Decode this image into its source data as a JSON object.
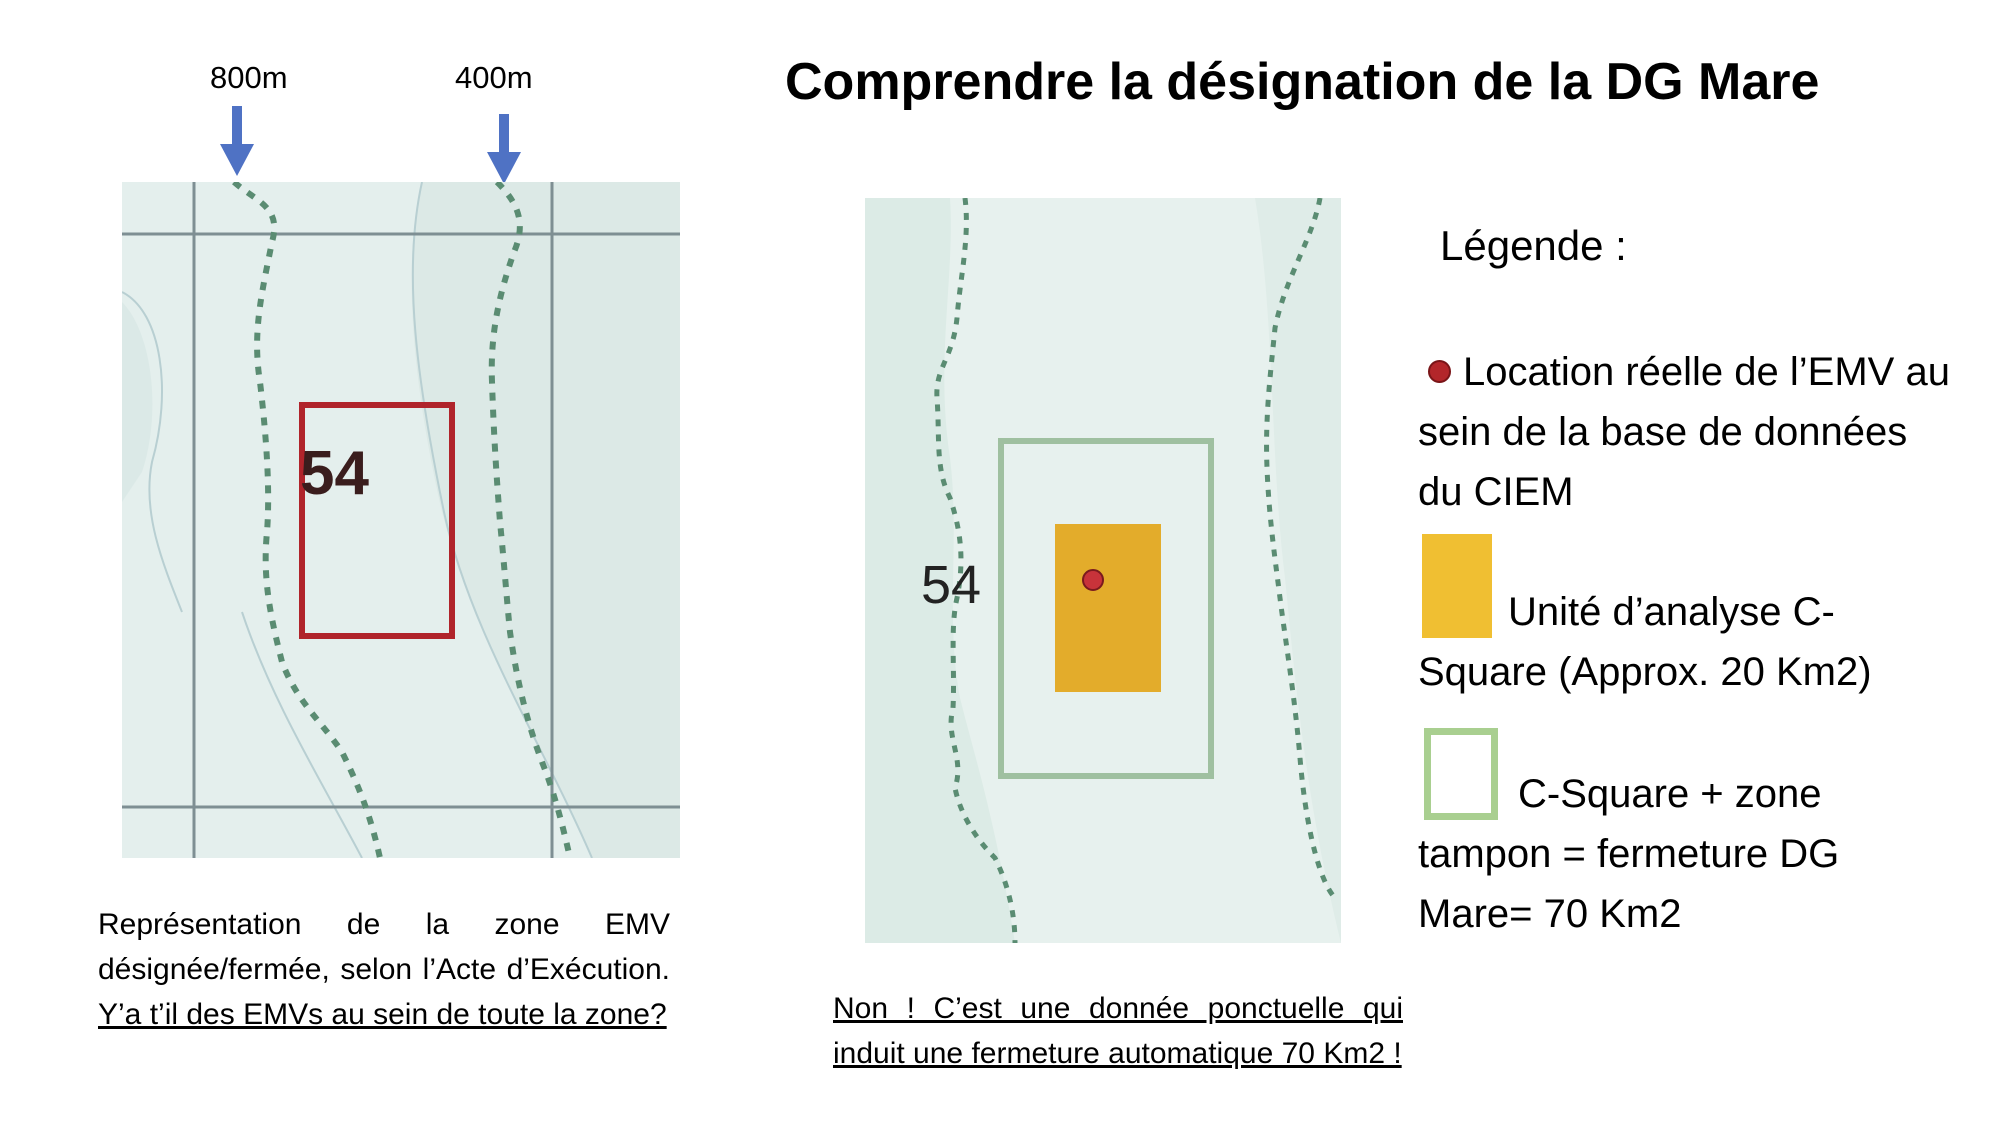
{
  "title": "Comprendre la désignation de la DG Mare",
  "depth_labels": {
    "left": "800m",
    "right": "400m"
  },
  "map_left": {
    "zone_number": "54",
    "box_color": "#b0242b"
  },
  "map_right": {
    "zone_number": "54",
    "csquare_color": "#e3ac2b",
    "buffer_color": "#9fc0a0",
    "point_color": "#c8333a"
  },
  "caption_left": {
    "part1": "Représentation de la zone EMV désignée/fermée, selon l’Acte d’Exécution. ",
    "question": "Y’a t’il des EMVs au sein de toute la zone?"
  },
  "caption_right": "Non ! C’est une donnée ponctuelle qui induit une fermeture automatique 70 Km2 !",
  "legend": {
    "title": "Légende :",
    "items": [
      {
        "text": "Location réelle de l’EMV au sein de la base de données du CIEM"
      },
      {
        "text": "Unité d’analyse C-Square (Approx. 20 Km2)"
      },
      {
        "text": "C-Square + zone tampon = fermeture DG Mare= 70 Km2"
      }
    ]
  },
  "colors": {
    "arrow": "#4f72c4",
    "depth_contour": "#5a8c72",
    "map_bg": "#e3efec"
  }
}
